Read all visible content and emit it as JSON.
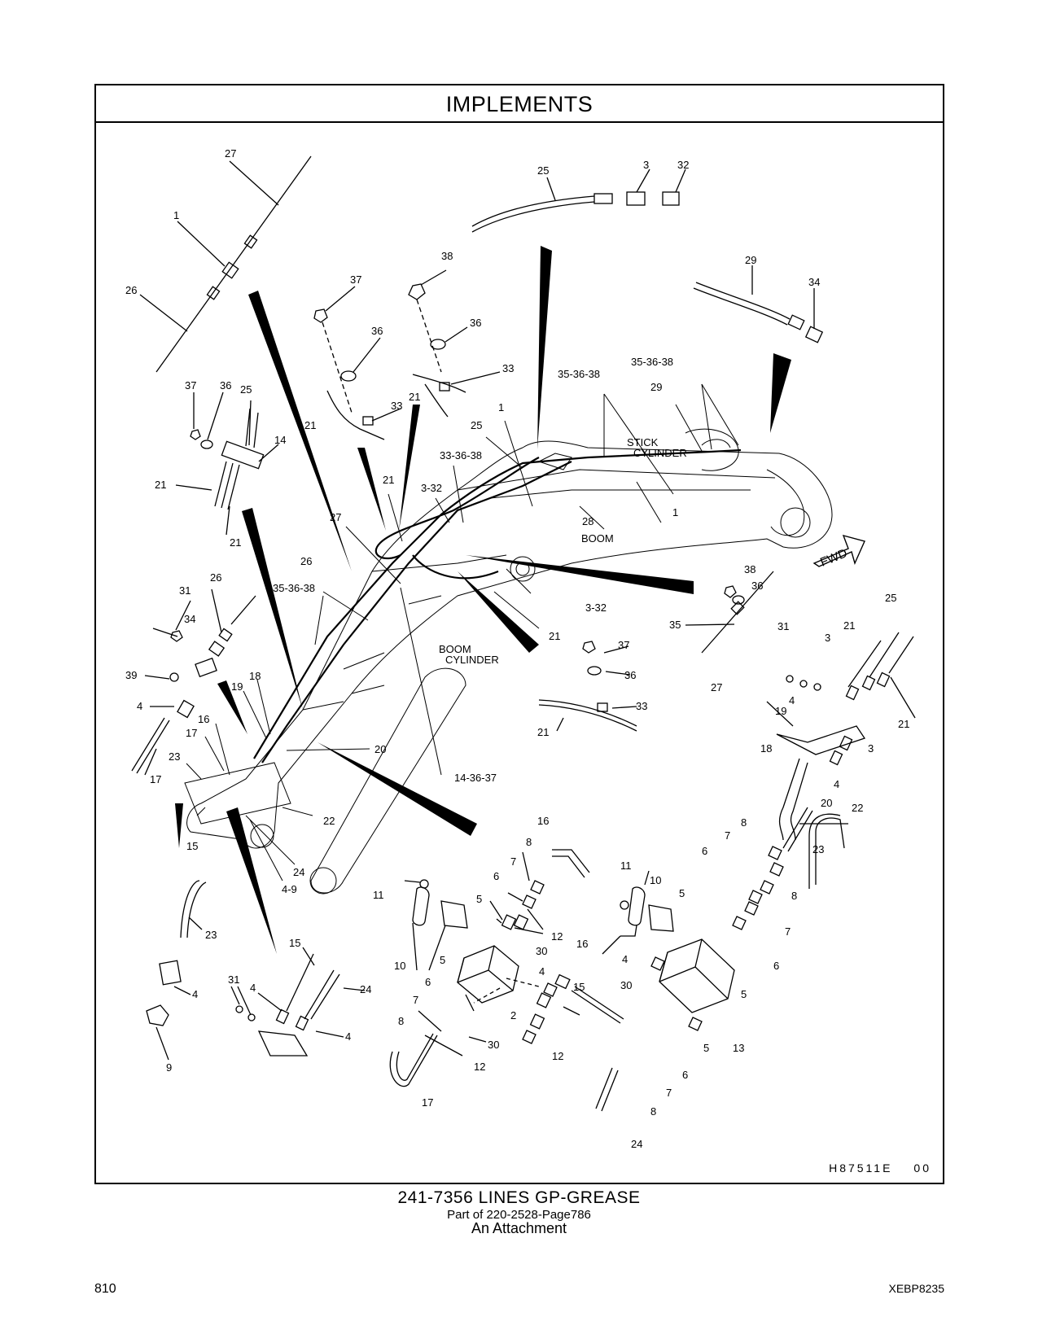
{
  "header": {
    "title": "IMPLEMENTS"
  },
  "figure": {
    "reference": "H87511E",
    "revision": "00",
    "callouts": {
      "c_27a": "27",
      "c_1a": "1",
      "c_26a": "26",
      "c_25a": "25",
      "c_3a": "3",
      "c_32a": "32",
      "c_38a": "38",
      "c_37a": "37",
      "c_36a": "36",
      "c_36b": "36",
      "c_33a": "33",
      "c_21a": "21",
      "c_21b": "21",
      "c_33b": "33",
      "c_29a": "29",
      "c_34a": "34",
      "c_353638a": "35-36-38",
      "c_353638b": "35-36-38",
      "c_29b": "29",
      "c_37b": "37",
      "c_36c": "36",
      "c_25b": "25",
      "c_14a": "14",
      "c_21c": "21",
      "c_21d": "21",
      "c_25c": "25",
      "c_1b": "1",
      "c_333638": "33-36-38",
      "c_21e": "21",
      "c_332a": "3-32",
      "c_27b": "27",
      "c_28": "28",
      "c_1c": "1",
      "c_26b": "26",
      "c_31a": "31",
      "c_26c": "26",
      "c_353638c": "35-36-38",
      "c_34b": "34",
      "c_39": "39",
      "c_4a": "4",
      "c_19a": "19",
      "c_18a": "18",
      "c_16a": "16",
      "c_17a": "17",
      "c_23a": "23",
      "c_17b": "17",
      "c_20a": "20",
      "c_143637": "14-36-37",
      "c_22a": "22",
      "c_15a": "15",
      "c_24a": "24",
      "c_49": "4-9",
      "c_332b": "3-32",
      "c_21f": "21",
      "c_37c": "37",
      "c_36d": "36",
      "c_33c": "33",
      "c_21g": "21",
      "c_38b": "38",
      "c_36e": "36",
      "c_35": "35",
      "c_27c": "27",
      "c_25d": "25",
      "c_31b": "31",
      "c_3b": "3",
      "c_21h": "21",
      "c_4b": "4",
      "c_19b": "19",
      "c_21i": "21",
      "c_3c": "3",
      "c_18b": "18",
      "c_4c": "4",
      "c_20b": "20",
      "c_22b": "22",
      "c_23b": "23",
      "c_8a": "8",
      "c_7a": "7",
      "c_6a": "6",
      "c_8b": "8",
      "c_5a": "5",
      "c_7b": "7",
      "c_6b": "6",
      "c_5b": "5",
      "c_16b": "16",
      "c_8c": "8",
      "c_7c": "7",
      "c_6c": "6",
      "c_5c": "5",
      "c_12a": "12",
      "c_30a": "30",
      "c_11a": "11",
      "c_10a": "10",
      "c_5d": "5",
      "c_4d": "4",
      "c_15b": "15",
      "c_2": "2",
      "c_6d": "6",
      "c_7d": "7",
      "c_8d": "8",
      "c_30b": "30",
      "c_12b": "12",
      "c_17c": "17",
      "c_11b": "11",
      "c_10b": "10",
      "c_16c": "16",
      "c_4e": "4",
      "c_30c": "30",
      "c_13": "13",
      "c_12c": "12",
      "c_5e": "5",
      "c_6e": "6",
      "c_7e": "7",
      "c_8e": "8",
      "c_24b": "24",
      "c_23c": "23",
      "c_4f": "4",
      "c_9": "9",
      "c_31c": "31",
      "c_4g": "4",
      "c_15c": "15",
      "c_24c": "24",
      "c_4h": "4"
    },
    "labels": {
      "stick_1": "STICK",
      "stick_2": "CYLINDER",
      "boom": "BOOM",
      "boomcyl_1": "BOOM",
      "boomcyl_2": "CYLINDER",
      "fwd": "FWD"
    }
  },
  "caption": {
    "line1": "241-7356  LINES  GP-GREASE",
    "line2": "Part of 220-2528-Page786",
    "line3": "An Attachment"
  },
  "footer": {
    "page_number": "810",
    "doc_number": "XEBP8235"
  }
}
